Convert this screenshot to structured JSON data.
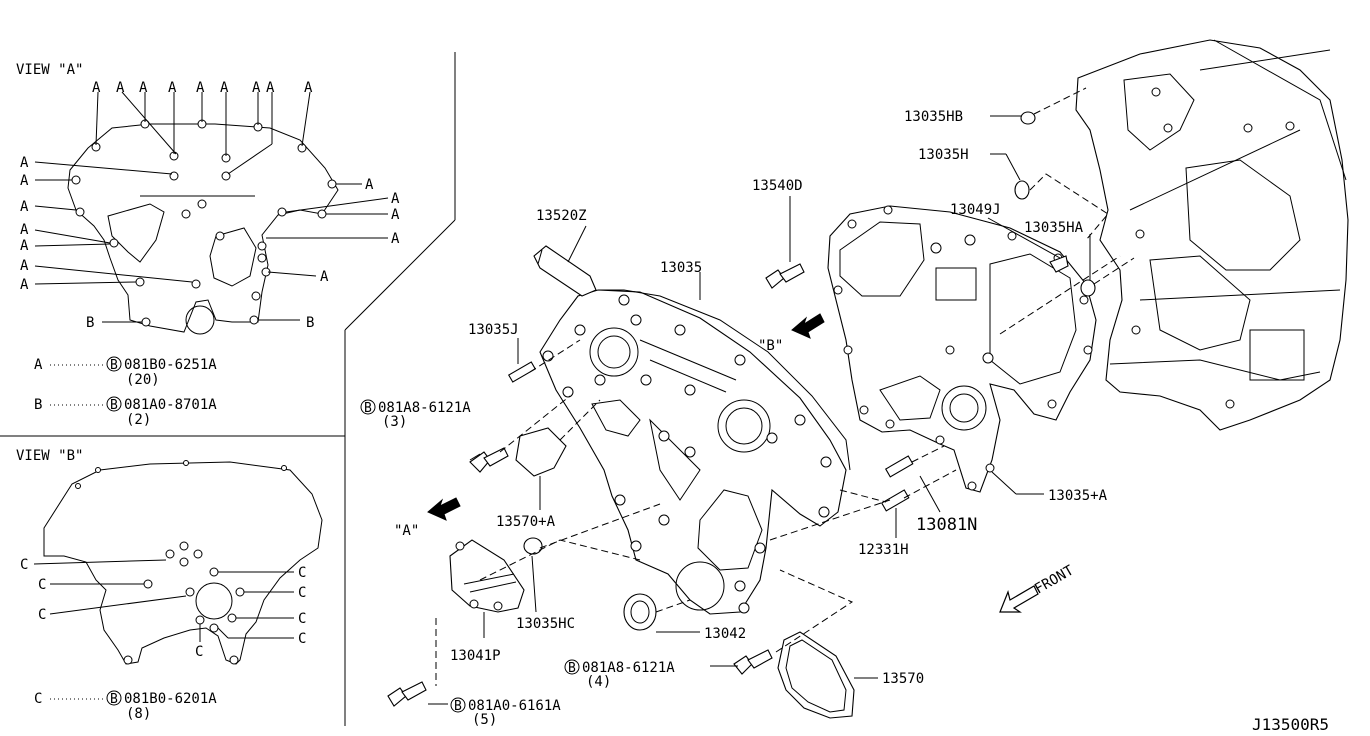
{
  "diagram_id": "J13500R5",
  "view_a": {
    "title": "VIEW \"A\"",
    "letter_a": "A",
    "letter_b": "B",
    "legend": [
      {
        "letter": "A",
        "circle": "B",
        "part": "081B0-6251A",
        "qty": "(20)"
      },
      {
        "letter": "B",
        "circle": "B",
        "part": "081A0-8701A",
        "qty": "(2)"
      }
    ]
  },
  "view_b": {
    "title": "VIEW \"B\"",
    "letter_c": "C",
    "legend": [
      {
        "letter": "C",
        "circle": "B",
        "part": "081B0-6201A",
        "qty": "(8)"
      }
    ]
  },
  "callouts": {
    "p13520z": "13520Z",
    "p13035": "13035",
    "p13540d": "13540D",
    "p13035hb": "13035HB",
    "p13035h": "13035H",
    "p13049j": "13049J",
    "p13035ha": "13035HA",
    "p13035j": "13035J",
    "bolt1_circle": "B",
    "bolt1_part": "081A8-6121A",
    "bolt1_qty": "(3)",
    "view_b_marker": "\"B\"",
    "view_a_marker": "\"A\"",
    "p13570a": "13570+A",
    "p13035hc": "13035HC",
    "p13041p": "13041P",
    "p13042": "13042",
    "bolt2_circle": "B",
    "bolt2_part": "081A8-6121A",
    "bolt2_qty": "(4)",
    "bolt3_circle": "B",
    "bolt3_part": "081A0-6161A",
    "bolt3_qty": "(5)",
    "p13570": "13570",
    "p12331h": "12331H",
    "p13081n": "13081N",
    "p13035a": "13035+A",
    "front": "FRONT"
  }
}
